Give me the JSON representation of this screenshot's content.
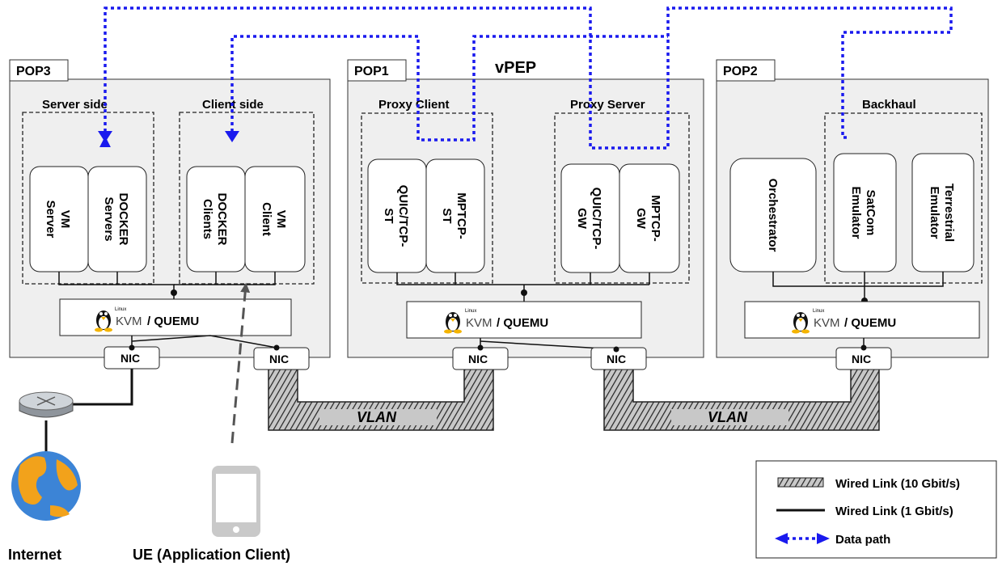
{
  "title": "vPEP",
  "pops": {
    "pop3": {
      "label": "POP3",
      "groups": [
        {
          "label": "Server side",
          "boxes": [
            [
              "VM",
              "Server"
            ],
            [
              "DOCKER",
              "Servers"
            ]
          ]
        },
        {
          "label": "Client side",
          "boxes": [
            [
              "DOCKER",
              "Clients"
            ],
            [
              "VM",
              "Client"
            ]
          ]
        }
      ]
    },
    "pop1": {
      "label": "POP1",
      "groups": [
        {
          "label": "Proxy Client",
          "boxes": [
            [
              "QUIC/TCP-",
              "ST"
            ],
            [
              "MPTCP-",
              "ST"
            ]
          ]
        },
        {
          "label": "Proxy Server",
          "boxes": [
            [
              "QUIC/TCP-",
              "GW"
            ],
            [
              "MPTCP-",
              "GW"
            ]
          ]
        }
      ]
    },
    "pop2": {
      "label": "POP2",
      "orchestrator": "Orchestrator",
      "groups": [
        {
          "label": "Backhaul",
          "boxes": [
            [
              "SatCom",
              "Emulator"
            ],
            [
              "Terrestrial",
              "Emulator"
            ]
          ]
        }
      ]
    }
  },
  "hypervisor": {
    "linux_label": "Linux",
    "kvm_label": "KVM",
    "quemu_label": "/ QUEMU"
  },
  "nic_label": "NIC",
  "vlan_label": "VLAN",
  "endpoints": {
    "internet": "Internet",
    "ue": "UE (Application Client)"
  },
  "legend": {
    "wired_10g": "Wired Link (10 Gbit/s)",
    "wired_1g": "Wired Link (1 Gbit/s)",
    "data_path": "Data path"
  },
  "colors": {
    "data_path": "#1a1aee",
    "pop_fill": "#efefef",
    "vlan_fill": "#cccccc"
  }
}
